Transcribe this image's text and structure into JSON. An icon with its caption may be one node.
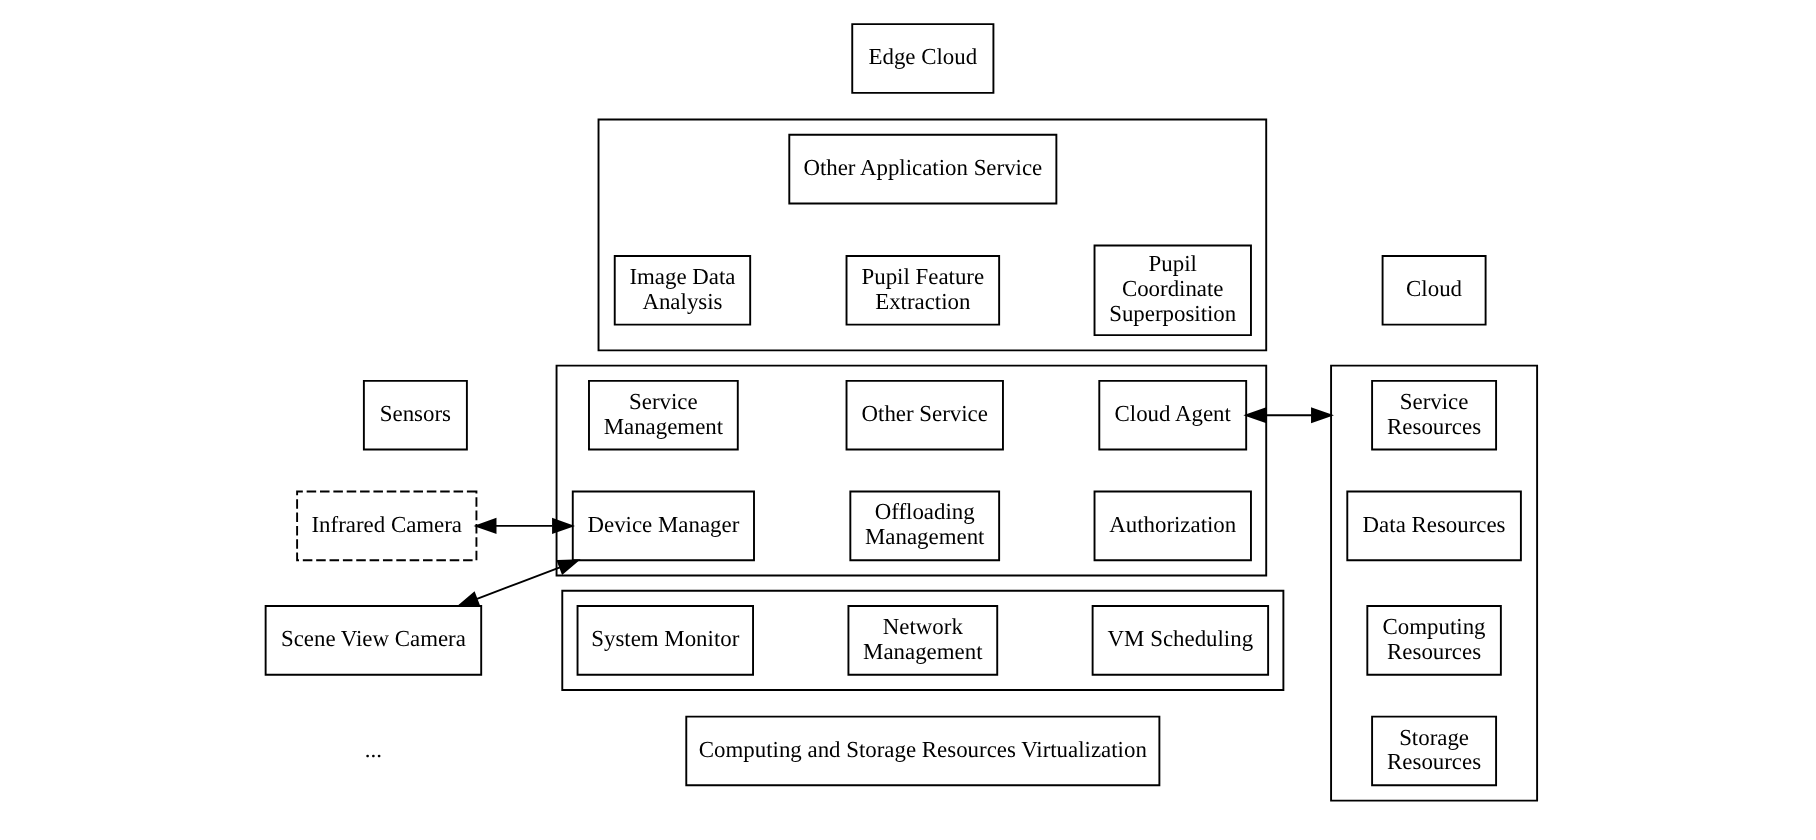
{
  "diagram": {
    "nodes": [
      {
        "text": [
          "Edge Cloud"
        ]
      },
      {
        "text": [],
        "shape": "box"
      },
      {
        "text": [
          "Other Application Service"
        ],
        "in": 1
      },
      {
        "text": [
          "Image Data Analysis"
        ],
        "in": 1
      },
      {
        "text": [
          "Pupil Feature Extraction"
        ],
        "in": 1
      },
      {
        "text": [
          "Pupil Coordinate Superposition"
        ],
        "in": 1
      },
      {
        "text": [],
        "shape": "box"
      },
      {
        "text": [
          "Service Management"
        ],
        "in": 6
      },
      {
        "text": [
          "Other Service"
        ],
        "in": 6
      },
      {
        "text": [
          "Cloud Agent"
        ],
        "in": 6
      },
      {
        "text": [
          "Device Manager"
        ],
        "in": 6
      },
      {
        "text": [
          "Offloading Management"
        ],
        "in": 6
      },
      {
        "text": [
          "Authorization"
        ],
        "in": 6
      },
      {
        "text": [],
        "shape": "box"
      },
      {
        "text": [
          "System Monitor"
        ],
        "in": 13
      },
      {
        "text": [
          "Network Management"
        ],
        "in": 13
      },
      {
        "text": [
          "VM Scheduling"
        ],
        "in": 13
      },
      {
        "text": [
          "Computing and Storage Resources Virtualization"
        ]
      },
      {
        "text": [
          "Sensors"
        ]
      },
      {
        "text": [
          "Infrared Camera"
        ]
      },
      {
        "text": [
          "Scene View Camera"
        ]
      },
      {
        "text": [
          "Cloud"
        ]
      },
      {
        "text": [],
        "shape": "box"
      },
      {
        "text": [
          "Service Resources"
        ],
        "in": 22
      },
      {
        "text": [
          "Data Resources"
        ],
        "in": 22
      },
      {
        "text": [
          "Computing Resources"
        ],
        "in": 22
      },
      {
        "text": [
          "Storage Resources"
        ],
        "in": 22
      }
    ],
    "edges": [
      {
        "from": 9,
        "to": 22,
        "arrow": "both"
      },
      {
        "from": 10,
        "to": 19,
        "arrow": "both"
      },
      {
        "from": 10,
        "to": 20,
        "arrow": "both"
      }
    ],
    "labels": [
      "..."
    ]
  }
}
